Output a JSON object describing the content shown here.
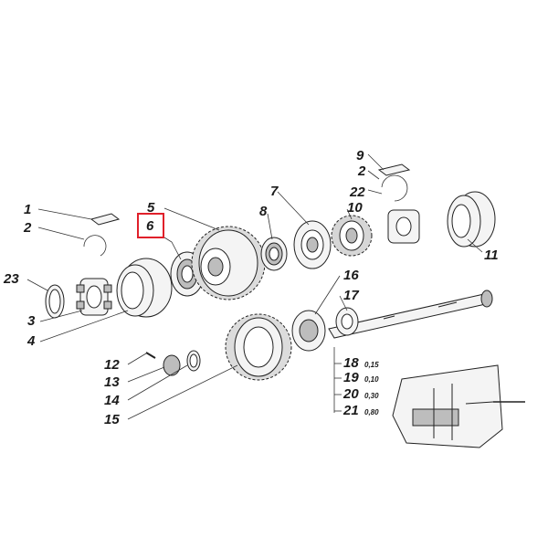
{
  "diagram": {
    "callouts": [
      "1",
      "2",
      "2",
      "3",
      "4",
      "5",
      "6",
      "7",
      "8",
      "9",
      "10",
      "11",
      "12",
      "13",
      "14",
      "15",
      "16",
      "17",
      "18",
      "19",
      "20",
      "21",
      "22",
      "23"
    ],
    "shim_items": [
      {
        "number": "18",
        "value": "0,15"
      },
      {
        "number": "19",
        "value": "0,10"
      },
      {
        "number": "20",
        "value": "0,30"
      },
      {
        "number": "21",
        "value": "0,80"
      }
    ],
    "highlighted_callout": "6",
    "highlight_color": "#e0202a"
  }
}
